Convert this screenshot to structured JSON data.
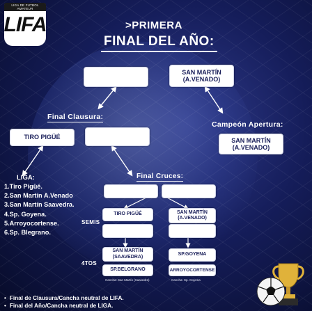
{
  "logo": {
    "band": "LIGA DE FUTBOL AMATEUR",
    "text": "LIFA"
  },
  "header": {
    "subtitle": ">PRIMERA",
    "title": "FINAL DEL AÑO:"
  },
  "final_anio": {
    "slot_left": "",
    "slot_right_line1": "SAN MARTÍN",
    "slot_right_line2": "(A.VENADO)"
  },
  "clausura": {
    "label": "Final Clausura:",
    "team_left": "TIRO PIGÜÉ",
    "team_right": ""
  },
  "apertura": {
    "label": "Campeón Apertura:",
    "team_line1": "SAN MARTÍN",
    "team_line2": "(A.VENADO)"
  },
  "liga": {
    "title": "LIGA:",
    "items": [
      "1.Tiro Pigüé.",
      "2.San Martín A.Venado",
      "3.San Martín Saavedra.",
      "4.Sp. Goyena.",
      "5.Arroyocortense.",
      "6.Sp. Blegrano."
    ]
  },
  "cruces": {
    "label": "Final Cruces:",
    "semis_label": "SEMIS",
    "semis_left_top": "",
    "semis_left_bottom": "TIRO PIGÜÉ",
    "semis_right_top": "",
    "semis_right_bottom_line1": "SAN MARTÍN",
    "semis_right_bottom_line2": "(A.VENADO)",
    "semis_left_slot": "",
    "semis_right_slot": "",
    "cuartos_label": "4TOS",
    "q_left_top_line1": "SAN MARTÍN",
    "q_left_top_line2": "(SAAVEDRA)",
    "q_left_bottom": "SP.BELGRANO",
    "q_right_top": "SP.GOYENA",
    "q_right_bottom": "ARROYOCORTENSE",
    "note_left": "Cancha: San Martín (Saavedra)",
    "note_right": "Cancha: Sp. Goyena"
  },
  "footer": {
    "line1": "Final de Clausura/Cancha neutral de LIFA.",
    "line2": "Final del Año/Cancha neutral de LIGA."
  },
  "colors": {
    "bg_dark": "#070b28",
    "bg_mid": "#2f3a8a",
    "box_text": "#1a1f5a",
    "trophy": "#e0b23a"
  },
  "icons": {
    "trophy": "trophy-icon",
    "ball": "soccer-ball-icon"
  }
}
